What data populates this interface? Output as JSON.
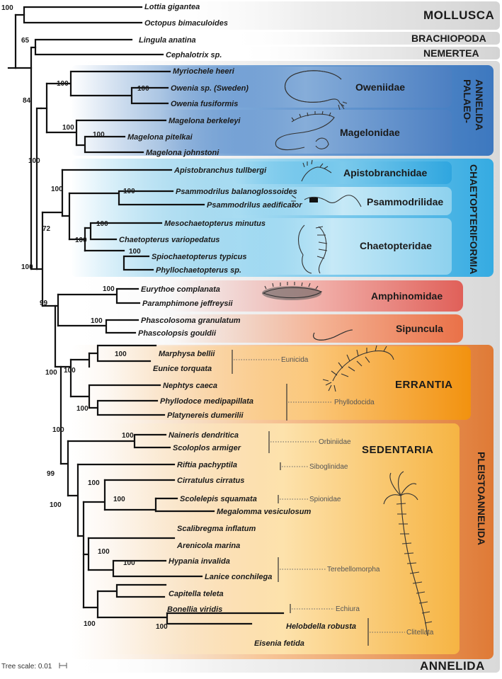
{
  "taxa": {
    "lottia": "Lottia gigantea",
    "octopus": "Octopus bimaculoides",
    "lingula": "Lingula anatina",
    "cephalotrix": "Cephalotrix",
    "myriochele": "Myriochele heeri",
    "owenia_swe": "Owenia",
    "owenia_swe_suffix": "sp. (Sweden)",
    "owenia_fus": "Owenia fusiformis",
    "magelona_b": "Magelona berkeleyi",
    "magelona_p": "Magelona pitelkai",
    "magelona_j": "Magelona johnstoni",
    "apisto": "Apistobranchus tullbergi",
    "psammo_b": "Psammodrilus balanoglossoides",
    "psammo_a": "Psammodrilus aedificator",
    "meso": "Mesochaetopterus minutus",
    "chaeto": "Chaetopterus variopedatus",
    "spio": "Spiochaetopterus typicus",
    "phyllo": "Phyllochaetopterus",
    "euryth": "Eurythoe complanata",
    "paramph": "Paramphimone jeffreysii",
    "phasco_g": "Phascolosoma granulatum",
    "phasco_p": "Phascolopsis gouldii",
    "marphysa": "Marphysa bellii",
    "eunice": "Eunice torquata",
    "nephtys": "Nephtys caeca",
    "phyllodoce": "Phyllodoce medipapillata",
    "platyn": "Platynereis dumerilii",
    "naineris": "Naineris dendritica",
    "scoloplos": "Scoloplos armiger",
    "riftia": "Riftia pachyptila",
    "cirratulus": "Cirratulus cirratus",
    "scolelepis": "Scolelepis squamata",
    "megalomma": "Megalomma vesiculosum",
    "scalibregma": "Scalibregma inflatum",
    "arenicola": "Arenicola marina",
    "hypania": "Hypania invalida",
    "lanice": "Lanice conchilega",
    "capitella": "Capitella teleta",
    "bonellia": "Bonellia viridis",
    "helobdella": "Helobdella robusta",
    "eisenia": "Eisenia fetida"
  },
  "sp_suffix": "sp.",
  "support": {
    "root_moll": "100",
    "lingula": "65",
    "annelida": "84",
    "palaeo": "100",
    "oweniidae": "100",
    "owenia": "100",
    "magelonidae": "100",
    "magel_pj": "100",
    "core": "100",
    "chaeto_all": "100",
    "psammo": "100",
    "chaeto_p": "72",
    "chaetopt": "100",
    "meso_chaeto": "100",
    "spio_phyl": "100",
    "pleist_sip": "100",
    "amph_sip": "99",
    "amphinom": "100",
    "sipuncula": "100",
    "errant_sed": "100",
    "errantia": "100",
    "eunicida": "100",
    "phyllodocida": "100",
    "sed_all": "100",
    "orbiniidae": "100",
    "sed_core": "99",
    "sib_rest": "100",
    "cirr_group": "100",
    "scal_group": "100",
    "terebell": "100",
    "hyp_lan": "100",
    "cap_group": "100",
    "clitellata": "100"
  },
  "groups": {
    "oweniidae": "Oweniidae",
    "magelonidae": "Magelonidae",
    "apistobranchidae": "Apistobranchidae",
    "psammodrilidae": "Psammodrilidae",
    "chaetopteridae": "Chaetopteridae",
    "amphinomidae": "Amphinomidae",
    "sipuncula": "Sipuncula"
  },
  "clades": {
    "mollusca": "MOLLUSCA",
    "brachiopoda": "BRACHIOPODA",
    "nemertea": "NEMERTEA",
    "palaeo_line1": "PALAEO-",
    "palaeo_line2": "ANNELIDA",
    "chaetopteriformia": "CHAETOPTERIFORMIA",
    "errantia": "ERRANTIA",
    "sedentaria": "SEDENTARIA",
    "pleistoannelida": "PLEISTOANNELIDA",
    "annelida": "ANNELIDA"
  },
  "annotations": {
    "eunicida": "Eunicida",
    "phyllodocida": "Phyllodocida",
    "orbiniidae": "Orbiniidae",
    "siboglinidae": "Siboglinidae",
    "spionidae": "Spionidae",
    "terebellomorpha": "Terebellomorpha",
    "echiura": "Echiura",
    "clitellata": "Clitellata"
  },
  "scale_label": "Tree scale: 0.01",
  "colors": {
    "grey_band": "#e3e3e3",
    "palaeo": "#4f86c6",
    "chaeto": "#4cb7e6",
    "amph": "#e9706a",
    "sip": "#ee7f57",
    "pleisto": "#e98a3f",
    "errantia": "#f39a1c",
    "sedentaria": "#f6b94a"
  }
}
